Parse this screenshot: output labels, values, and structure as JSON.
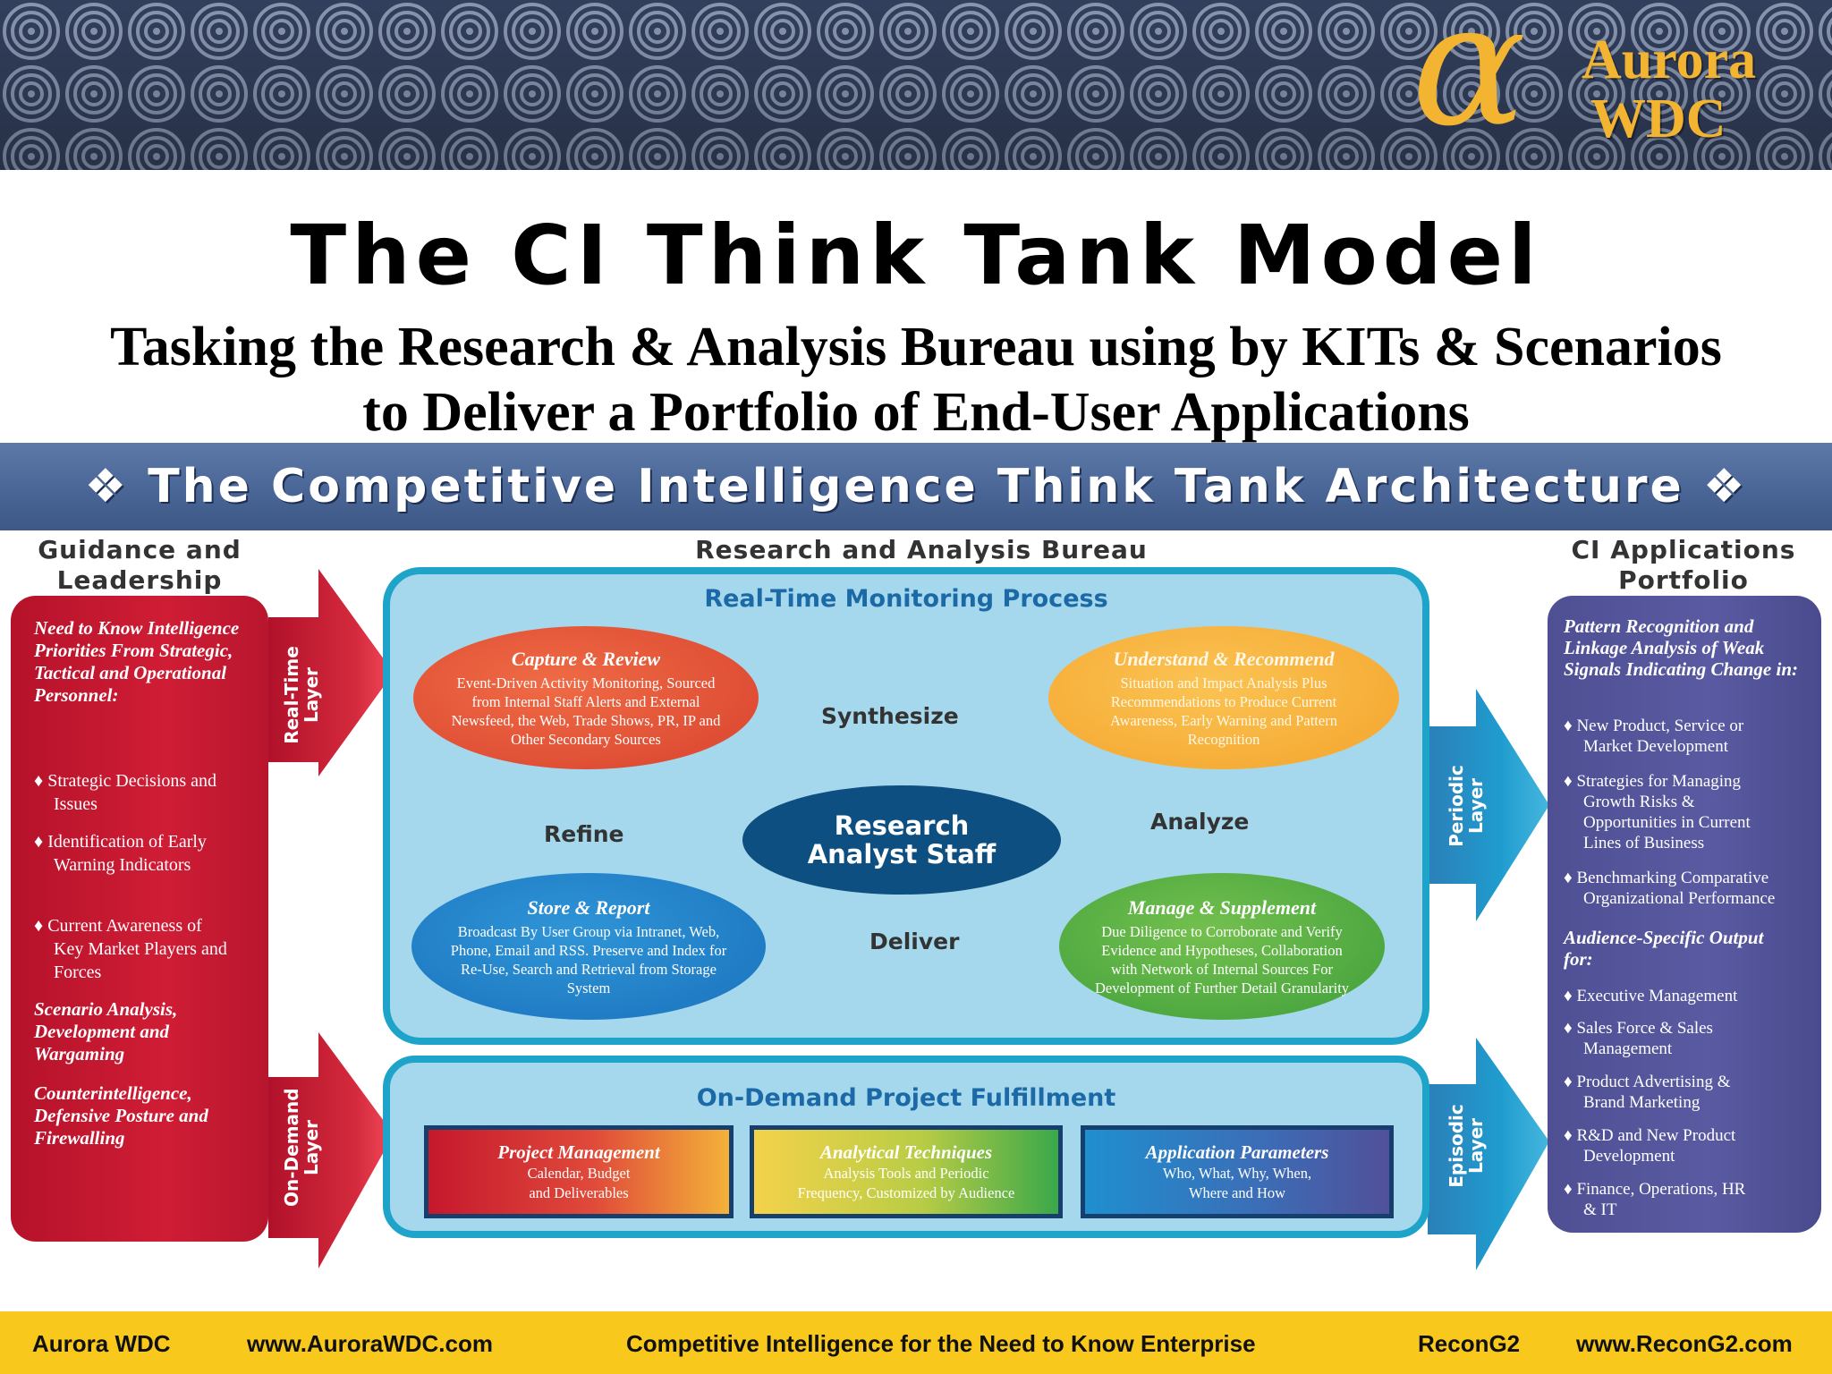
{
  "logo": {
    "symbol": "α",
    "line1": "Aurora",
    "line2": "WDC"
  },
  "title": "The CI Think Tank Model",
  "subtitle_line1": "Tasking the Research & Analysis Bureau using by KITs & Scenarios",
  "subtitle_line2": "to Deliver a Portfolio of End-User Applications",
  "architecture_banner": "❖ The Competitive Intelligence Think Tank Architecture ❖",
  "columns": {
    "left_head_line1": "Guidance and",
    "left_head_line2": "Leadership",
    "center_head": "Research and Analysis Bureau",
    "right_head_line1": "CI Applications",
    "right_head_line2": "Portfolio"
  },
  "left_panel": {
    "heading": "Need to Know Intelligence Priorities From Strategic, Tactical and Operational Personnel:",
    "bullets": [
      "♦ Strategic Decisions and Issues",
      "♦ Identification of Early Warning Indicators",
      "♦ Current Awareness of Key Market Players and Forces"
    ],
    "item2": "Scenario Analysis, Development and Wargaming",
    "item3": "Counterintelligence, Defensive Posture and Firewalling"
  },
  "layers": {
    "realtime_line1": "Real-Time",
    "realtime_line2": "Layer",
    "ondemand_line1": "On-Demand",
    "ondemand_line2": "Layer",
    "periodic_line1": "Periodic",
    "periodic_line2": "Layer",
    "episodic_line1": "Episodic",
    "episodic_line2": "Layer"
  },
  "realtime": {
    "title": "Real-Time Monitoring Process",
    "center_line1": "Research",
    "center_line2": "Analyst Staff",
    "verbs": {
      "synthesize": "Synthesize",
      "analyze": "Analyze",
      "deliver": "Deliver",
      "refine": "Refine"
    },
    "capture": {
      "title": "Capture & Review",
      "desc": "Event-Driven Activity Monitoring, Sourced from Internal Staff Alerts and External Newsfeed, the Web, Trade Shows, PR, IP and Other Secondary Sources"
    },
    "understand": {
      "title": "Understand & Recommend",
      "desc": "Situation and Impact Analysis Plus Recommendations to Produce Current Awareness, Early Warning and Pattern Recognition"
    },
    "store": {
      "title": "Store & Report",
      "desc": "Broadcast By User Group via Intranet, Web, Phone, Email and RSS. Preserve and Index for Re-Use, Search and Retrieval from Storage System"
    },
    "manage": {
      "title": "Manage & Supplement",
      "desc": "Due Diligence to Corroborate and Verify Evidence and Hypotheses, Collaboration with Network of Internal Sources For Development of Further Detail Granularity"
    }
  },
  "ondemand": {
    "title": "On-Demand Project Fulfillment",
    "boxes": [
      {
        "title": "Project Management",
        "desc_line1": "Calendar, Budget",
        "desc_line2": "and Deliverables"
      },
      {
        "title": "Analytical Techniques",
        "desc_line1": "Analysis Tools and Periodic",
        "desc_line2": "Frequency, Customized by Audience"
      },
      {
        "title": "Application Parameters",
        "desc_line1": "Who, What, Why, When,",
        "desc_line2": "Where and How"
      }
    ]
  },
  "right_panel": {
    "heading1": "Pattern Recognition and Linkage Analysis of Weak Signals Indicating Change in:",
    "bullets1": [
      "♦ New Product, Service or Market Development",
      "♦ Strategies for Managing Growth Risks & Opportunities in Current Lines of Business",
      "♦ Benchmarking Comparative Organizational Performance"
    ],
    "heading2": "Audience-Specific Output for:",
    "bullets2": [
      "♦ Executive Management",
      "♦ Sales Force & Sales Management",
      "♦ Product Advertising & Brand Marketing",
      "♦ R&D and New Product Development",
      "♦ Finance, Operations, HR & IT"
    ]
  },
  "footer": {
    "company": "Aurora WDC",
    "company_url": "www.AuroraWDC.com",
    "tagline": "Competitive Intelligence for the Need to Know Enterprise",
    "product": "ReconG2",
    "product_url": "www.ReconG2.com"
  },
  "colors": {
    "gold": "#f2b431",
    "red_panel": "#cf1d35",
    "purple_panel": "#5a5aa2",
    "teal_border": "#1fa4c9",
    "light_blue": "#a5d8ec",
    "navy": "#0d4f80",
    "footer": "#f8c81d"
  }
}
